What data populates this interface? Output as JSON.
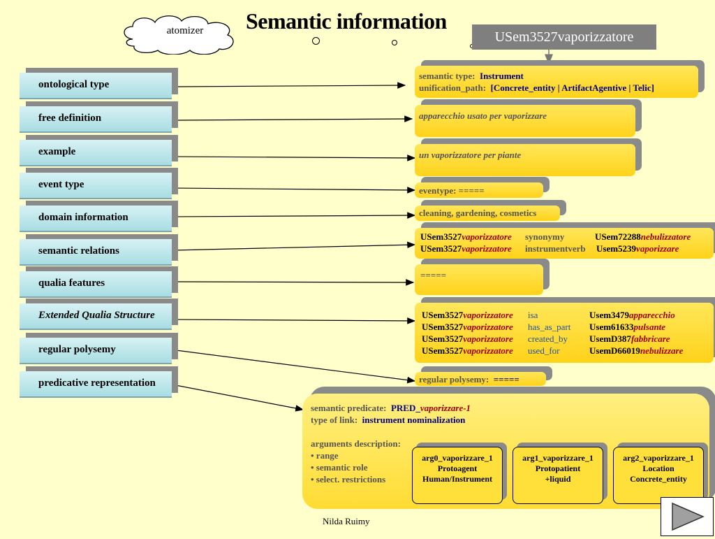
{
  "title": "Semantic information",
  "cloud_label": "atomizer",
  "usem_label": "USem3527vaporizzatore",
  "left_items": [
    {
      "label": "ontological type",
      "italic": false
    },
    {
      "label": "free definition",
      "italic": false
    },
    {
      "label": "example",
      "italic": false
    },
    {
      "label": "event type",
      "italic": false
    },
    {
      "label": "domain information",
      "italic": false
    },
    {
      "label": "semantic relations",
      "italic": false
    },
    {
      "label": "qualia features",
      "italic": false
    },
    {
      "label": "Extended Qualia Structure",
      "italic": true
    },
    {
      "label": "regular polysemy",
      "italic": false
    },
    {
      "label": "predicative representation",
      "italic": false
    }
  ],
  "ontological": {
    "semantic_type_key": "semantic type:",
    "semantic_type_val": "Instrument",
    "unification_key": "unification_path:",
    "unification_val": "[Concrete_entity | ArtifactAgentive | Telic]"
  },
  "definition": "apparecchio usato per vaporizzare",
  "example": "un vaporizzatore per piante",
  "eventtype": "eventype: =====",
  "domain": "cleaning, gardening, cosmetics",
  "semantic_relations": [
    {
      "usem": "USem3527",
      "word": "vaporizzatore",
      "rel": "synonymy",
      "target_id": "USem72288",
      "target_word": "nebulizzatore"
    },
    {
      "usem": "USem3527",
      "word": "vaporizzatore",
      "rel": "instrumentverb",
      "target_id": "Usem5239",
      "target_word": "vaporizzare"
    }
  ],
  "qualia": "=====",
  "extended_qualia": [
    {
      "usem": "USem3527",
      "word": "vaporizzatore",
      "rel": "isa",
      "target_id": "Usem3479",
      "target_word": "apparecchio"
    },
    {
      "usem": "USem3527",
      "word": "vaporizzatore",
      "rel": "has_as_part",
      "target_id": "Usem61633",
      "target_word": "pulsante"
    },
    {
      "usem": "USem3527",
      "word": "vaporizzatore",
      "rel": "created_by",
      "target_id": "UsemD387",
      "target_word": "fabbricare"
    },
    {
      "usem": "USem3527",
      "word": "vaporizzatore",
      "rel": "used_for",
      "target_id": "UsemD66019",
      "target_word": "nebulizzare"
    }
  ],
  "polysemy": {
    "key": "regular polysemy:",
    "val": "====="
  },
  "predicative": {
    "pred_key": "semantic predicate:",
    "pred_prefix": "PRED_",
    "pred_val": "vaporizzare-1",
    "link_key": "type of link:",
    "link_val": "instrument nominalization",
    "args_title": "arguments description:",
    "bullets": [
      "• range",
      "• semantic role",
      "• select.  restrictions"
    ],
    "args": [
      {
        "name": "arg0_vaporizzare_1",
        "role": "Protoagent",
        "restr": "Human/Instrument"
      },
      {
        "name": "arg1_vaporizzare_1",
        "role": "Protopatient",
        "restr": "+liquid"
      },
      {
        "name": "arg2_vaporizzare_1",
        "role": "Location",
        "restr": "Concrete_entity"
      }
    ]
  },
  "footer": "Nilda Ruimy",
  "colors": {
    "background": "#ffffcc",
    "button": "#bfe8ec",
    "box": "#ffe040",
    "usem_box": "#7f7f7f",
    "relation": "#1f4f9f",
    "word": "#a00000"
  }
}
